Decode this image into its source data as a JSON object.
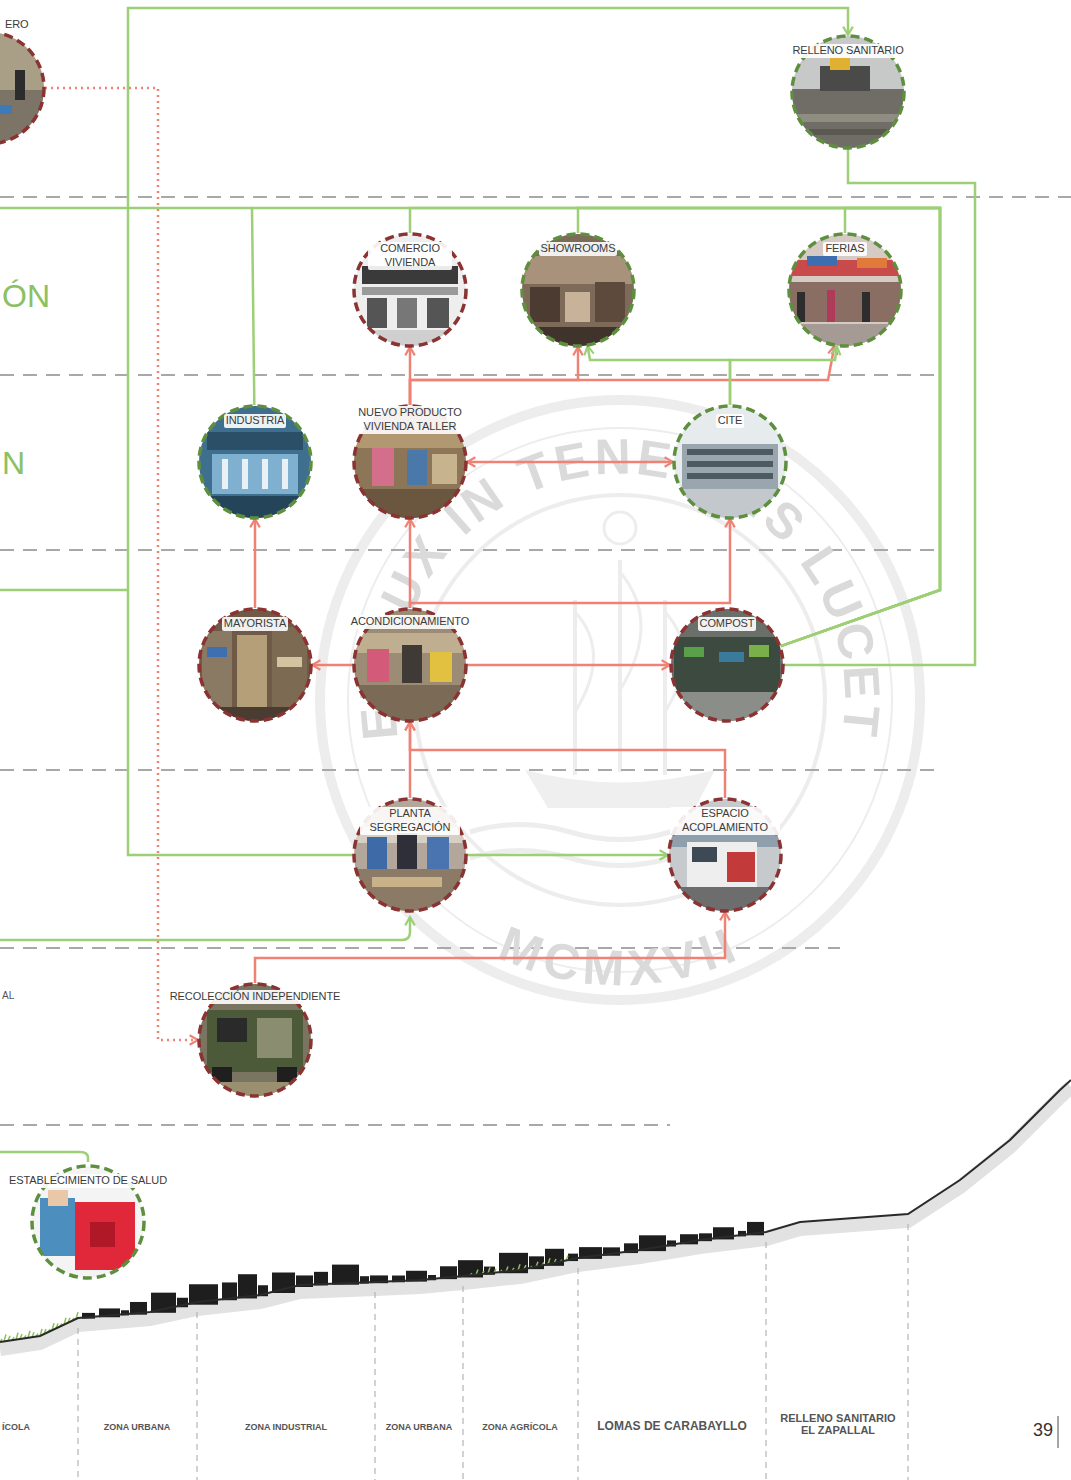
{
  "diagram": {
    "nodes": [
      {
        "text": [
          "ERO"
        ]
      },
      {
        "text": [
          "RELLENO SANITARIO"
        ]
      },
      {
        "text": [
          "COMERCIO VIVIENDA"
        ]
      },
      {
        "text": [
          "SHOWROOMS"
        ]
      },
      {
        "text": [
          "FERIAS"
        ]
      },
      {
        "text": [
          "INDUSTRIA"
        ]
      },
      {
        "text": [
          "NUEVO PRODUCTO VIVIENDA TALLER"
        ]
      },
      {
        "text": [
          "CITE"
        ]
      },
      {
        "text": [
          "MAYORISTA"
        ]
      },
      {
        "text": [
          "ACONDICIONAMIENTO"
        ]
      },
      {
        "text": [
          "COMPOST"
        ]
      },
      {
        "text": [
          "PLANTA SEGREGACIÓN"
        ]
      },
      {
        "text": [
          "ESPACIO ACOPLAMIENTO"
        ]
      },
      {
        "text": [
          "RECOLECCIÓN INDEPENDIENTE"
        ]
      },
      {
        "text": [
          "ESTABLECIMIENTO DE SALUD"
        ]
      }
    ],
    "edges": [
      {
        "from": 11,
        "to": 1,
        "arrow": "to"
      },
      {
        "from": 1,
        "to": 10,
        "arrow": "none"
      },
      {
        "from": 10,
        "to": 2,
        "arrow": "none"
      },
      {
        "from": 10,
        "to": 3,
        "arrow": "none"
      },
      {
        "from": 10,
        "to": 4,
        "arrow": "none"
      },
      {
        "from": 10,
        "to": 5,
        "arrow": "none"
      },
      {
        "from": 0,
        "to": 13,
        "arrow": "to"
      },
      {
        "from": 13,
        "to": 12,
        "arrow": "to"
      },
      {
        "from": 11,
        "to": 12,
        "arrow": "to"
      },
      {
        "from": 12,
        "to": 9,
        "arrow": "to"
      },
      {
        "from": 11,
        "to": 9,
        "arrow": "to"
      },
      {
        "from": 9,
        "to": 8,
        "arrow": "to"
      },
      {
        "from": 9,
        "to": 10,
        "arrow": "to"
      },
      {
        "from": 8,
        "to": 5,
        "arrow": "to"
      },
      {
        "from": 9,
        "to": 6,
        "arrow": "to"
      },
      {
        "from": 9,
        "to": 7,
        "arrow": "to"
      },
      {
        "from": 6,
        "to": 7,
        "arrow": "both"
      },
      {
        "from": 6,
        "to": 2,
        "arrow": "to"
      },
      {
        "from": 6,
        "to": 3,
        "arrow": "to"
      },
      {
        "from": 6,
        "to": 4,
        "arrow": "to"
      },
      {
        "from": 7,
        "to": 3,
        "arrow": "to"
      },
      {
        "from": 7,
        "to": 4,
        "arrow": "to"
      }
    ],
    "labels": [
      "ÓN",
      "N",
      "AL",
      "ET LUX IN TENEBRIS LUCET",
      "MCMXVII",
      "ÍCOLA",
      "ZONA URBANA",
      "ZONA INDUSTRIAL",
      "ZONA URBANA",
      "ZONA AGRÍCOLA",
      "LOMAS DE CARABAYLLO",
      "RELLENO SANITARIO EL ZAPALLAL",
      "39"
    ]
  }
}
